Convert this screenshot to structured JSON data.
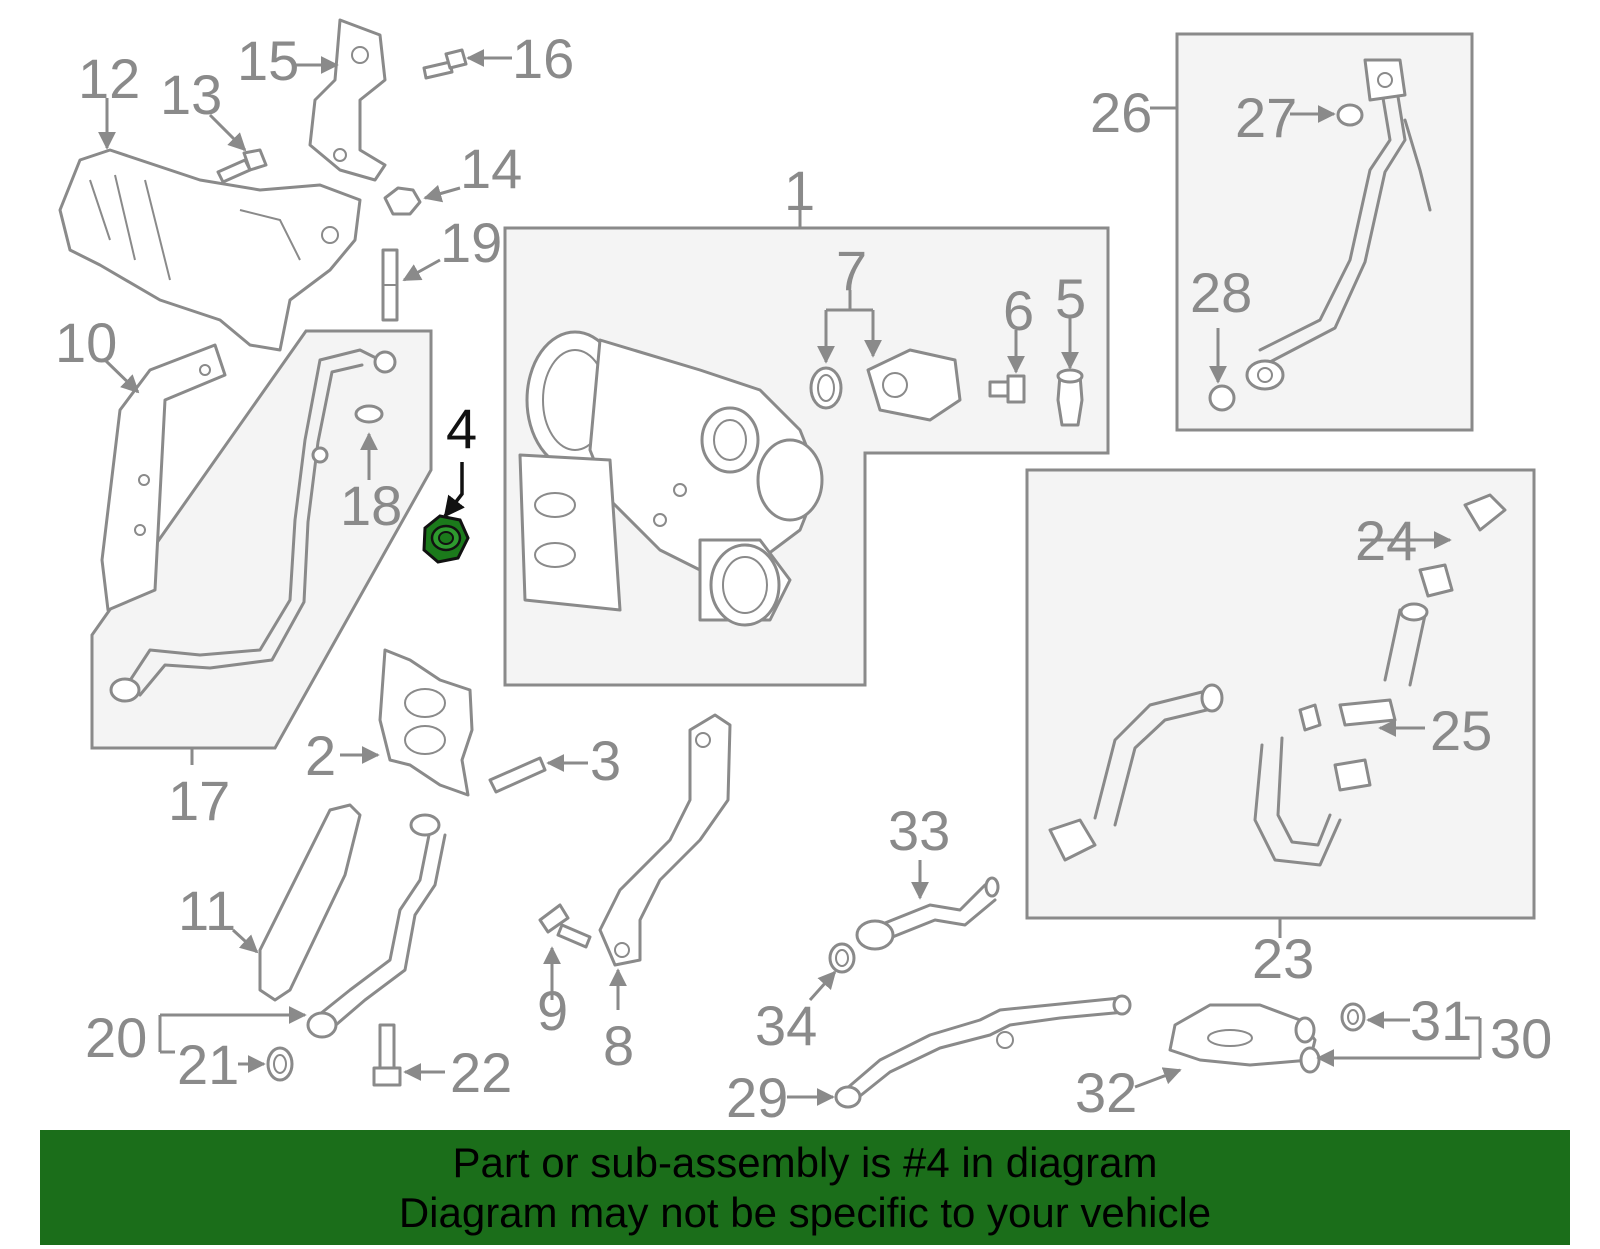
{
  "labels": {
    "l1": "1",
    "l2": "2",
    "l3": "3",
    "l4": "4",
    "l5": "5",
    "l6": "6",
    "l7": "7",
    "l8": "8",
    "l9": "9",
    "l10": "10",
    "l11": "11",
    "l12": "12",
    "l13": "13",
    "l14": "14",
    "l15": "15",
    "l16": "16",
    "l17": "17",
    "l18": "18",
    "l19": "19",
    "l20": "20",
    "l21": "21",
    "l22": "22",
    "l23": "23",
    "l24": "24",
    "l25": "25",
    "l26": "26",
    "l27": "27",
    "l28": "28",
    "l29": "29",
    "l30": "30",
    "l31": "31",
    "l32": "32",
    "l33": "33",
    "l34": "34"
  },
  "highlight": {
    "part_number": "4",
    "color": "#1b7a1b"
  },
  "banner": {
    "line1": "Part or sub-assembly is #4 in diagram",
    "line2": "Diagram may not be specific to your vehicle",
    "background": "#1b6e1a"
  },
  "colors": {
    "line": "#8a8a8a",
    "box_fill": "#f4f4f4"
  }
}
